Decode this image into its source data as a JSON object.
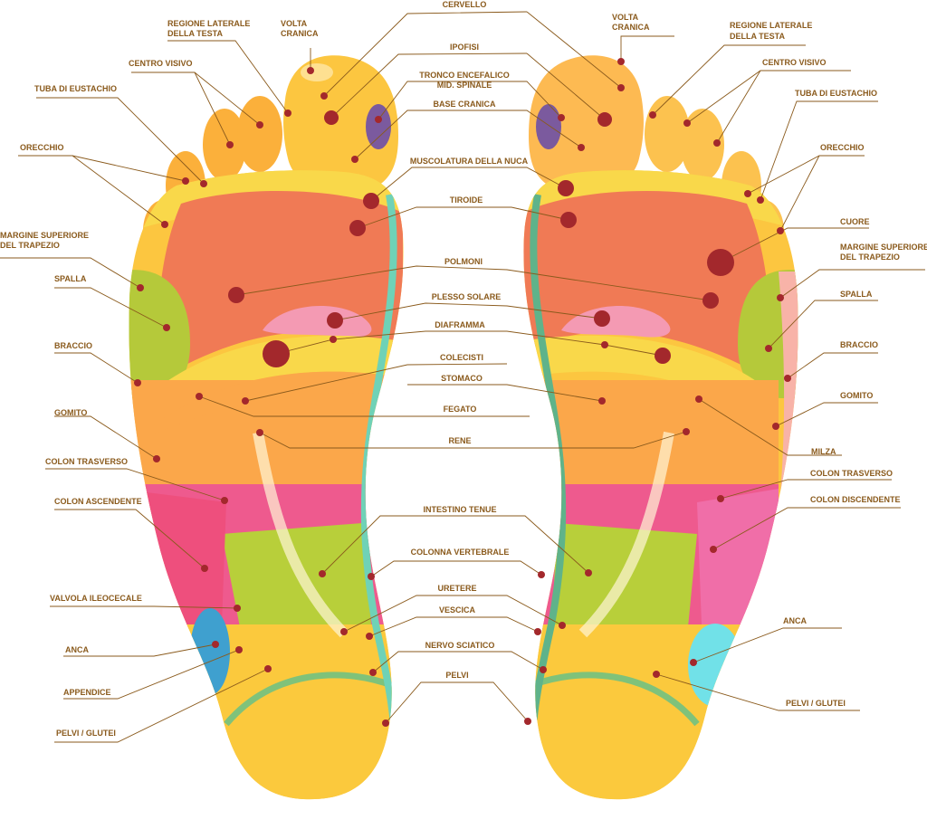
{
  "colors": {
    "label": "#8a5a1c",
    "point": "#a3282c",
    "toe": "#fbb03b",
    "neck_band": "#f9d84a",
    "lungs": "#f07a55",
    "solar_plexus": "#f49ab3",
    "abdomen": "#fba74a",
    "colon": "#ee5a8e",
    "small_intestine": "#b8cf3a",
    "heel": "#fbc93d",
    "spine": "#6fd2b7",
    "brain": "#7b5a9e",
    "hip_left": "#3fa0cf",
    "hip_right": "#71e1e8"
  },
  "labels": {
    "cervello": "CERVELLO",
    "ipofisi": "IPOFISI",
    "tronco": "TRONCO ENCEFALICO",
    "mid_spinale": "MID. SPINALE",
    "base_cranica": "BASE CRANICA",
    "muscolatura": "MUSCOLATURA DELLA NUCA",
    "tiroide": "TIROIDE",
    "polmoni": "POLMONI",
    "plesso": "PLESSO SOLARE",
    "diaframma": "DIAFRAMMA",
    "colecisti": "COLECISTI",
    "stomaco": "STOMACO",
    "fegato": "FEGATO",
    "rene": "RENE",
    "intestino": "INTESTINO TENUE",
    "colonna": "COLONNA VERTEBRALE",
    "uretere": "URETERE",
    "vescica": "VESCICA",
    "nervo": "NERVO SCIATICO",
    "pelvi": "PELVI",
    "volta_1": "VOLTA",
    "volta_2": "CRANICA",
    "reg_lat_1": "REGIONE LATERALE",
    "reg_lat_2": "DELLA TESTA",
    "centro_visivo": "CENTRO VISIVO",
    "tuba": "TUBA DI EUSTACHIO",
    "orecchio": "ORECCHIO",
    "trapezio_1": "MARGINE SUPERIORE",
    "trapezio_2": "DEL TRAPEZIO",
    "spalla": "SPALLA",
    "braccio": "BRACCIO",
    "gomito": "GOMITO",
    "colon_trasverso": "COLON TRASVERSO",
    "colon_ascendente": "COLON ASCENDENTE",
    "colon_discendente": "COLON DISCENDENTE",
    "valvola": "VALVOLA ILEOCECALE",
    "anca": "ANCA",
    "appendice": "APPENDICE",
    "pelvi_glutei": "PELVI / GLUTEI",
    "cuore": "CUORE",
    "milza": "MILZA"
  }
}
